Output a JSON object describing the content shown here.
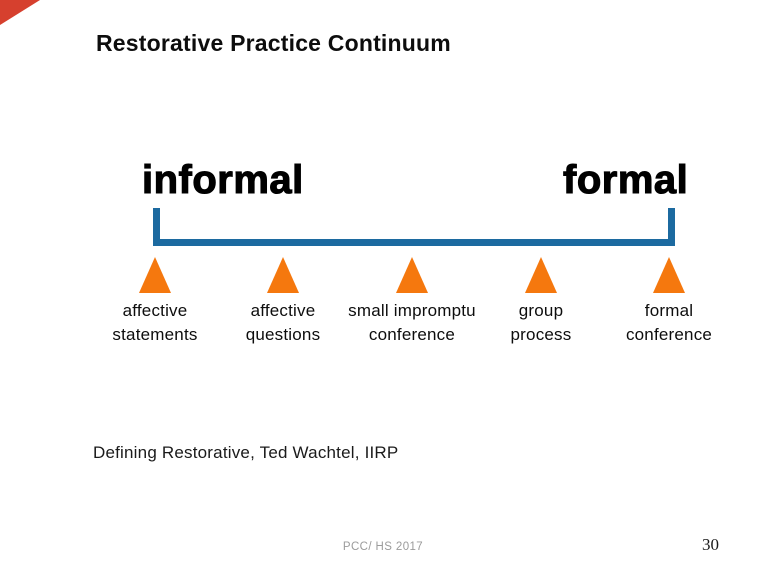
{
  "slide": {
    "title": "Restorative Practice Continuum",
    "scale": {
      "left_label": "informal",
      "right_label": "formal"
    },
    "items": [
      {
        "label": "affective\nstatements"
      },
      {
        "label": "affective\nquestions"
      },
      {
        "label": "small impromptu\nconference"
      },
      {
        "label": "group\nprocess"
      },
      {
        "label": "formal\nconference"
      }
    ],
    "citation": "Defining Restorative, Ted Wachtel, IIRP",
    "footer": {
      "text": "PCC/ HS 2017",
      "page_number": "30"
    },
    "colors": {
      "bracket_blue": "#1c6aa0",
      "marker_orange": "#f5780e",
      "corner_red": "#d6402e"
    }
  }
}
